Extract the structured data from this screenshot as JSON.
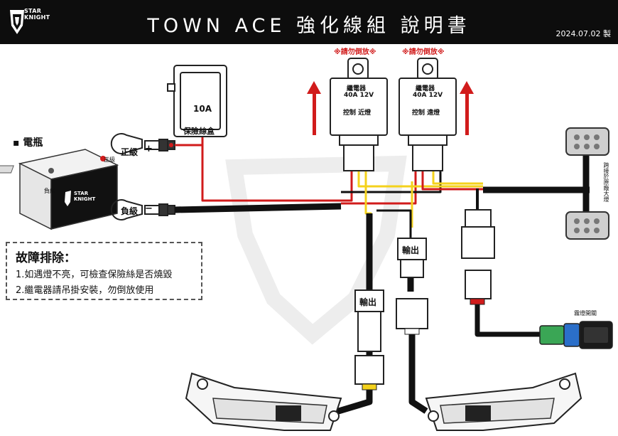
{
  "header": {
    "brand_line1": "STAR",
    "brand_line2": "KNIGHT",
    "title": "TOWN ACE 強化線組 說明書",
    "date": "2024.07.02 製"
  },
  "battery": {
    "label": "▪ 電瓶",
    "positive_small": "正級",
    "negative_small": "負級",
    "brand_line1": "STAR",
    "brand_line2": "KNIGHT"
  },
  "fuse_box": {
    "rating": "10A",
    "label": "保險絲盒"
  },
  "terminals": {
    "positive": "正級",
    "negative": "負級"
  },
  "relays": [
    {
      "warning": "※請勿倒放※",
      "name": "繼電器",
      "spec": "40A 12V",
      "function": "控制 近燈"
    },
    {
      "warning": "※請勿倒放※",
      "name": "繼電器",
      "spec": "40A 12V",
      "function": "控制 遠燈"
    }
  ],
  "connectors": {
    "output_label_1": "輸出",
    "output_label_2": "輸出"
  },
  "side_note": "跨接於原廠大燈",
  "switch_label": "霧燈開關",
  "troubleshooting": {
    "heading": "故障排除：",
    "items": [
      "1.如遇燈不亮，可檢查保險絲是否燒毀",
      "2.繼電器請吊掛安裝，勿倒放使用"
    ]
  }
}
